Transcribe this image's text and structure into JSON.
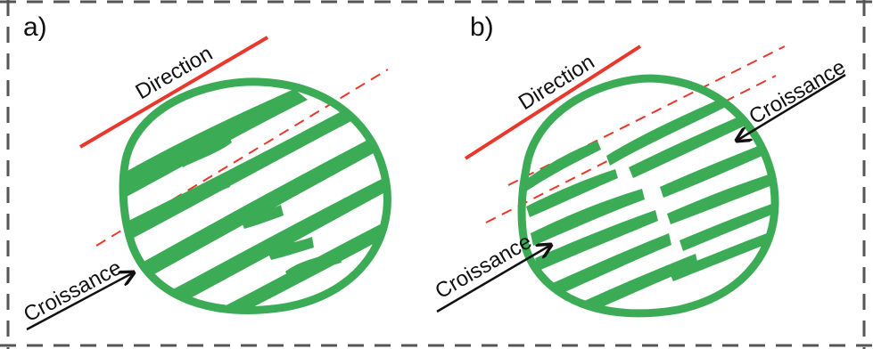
{
  "panels": [
    {
      "id": "a",
      "label": "a)",
      "direction_label": "Direction",
      "growth_label": "Croissance"
    },
    {
      "id": "b",
      "label": "b)",
      "direction_label": "Direction",
      "growth_label": "Croissance",
      "growth_label_2": "Croissance"
    }
  ],
  "colors": {
    "grain": "#3cab56",
    "direction_line": "#e8382b",
    "arrow": "#111111",
    "frame": "#555555"
  }
}
